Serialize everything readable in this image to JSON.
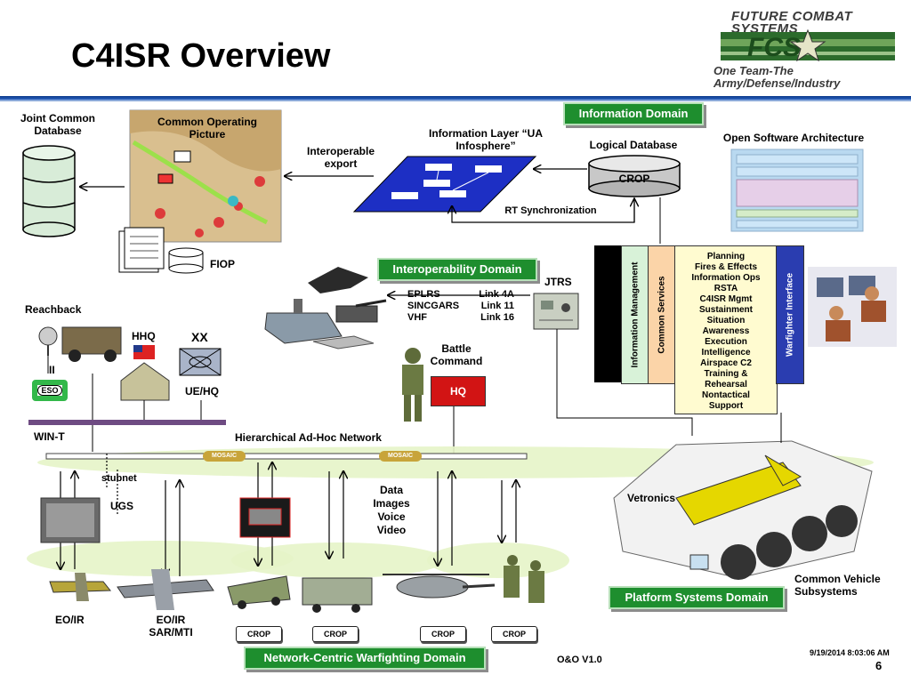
{
  "header": {
    "title": "C4ISR Overview",
    "fcs_title": "FUTURE COMBAT SYSTEMS",
    "fcs_logo_text": "FCS",
    "fcs_tagline": "One Team-The Army/Defense/Industry"
  },
  "domains": {
    "information": "Information Domain",
    "interoperability": "Interoperability Domain",
    "platform_systems": "Platform Systems Domain",
    "network_centric": "Network-Centric Warfighting  Domain"
  },
  "labels": {
    "joint_common_database": "Joint Common Database",
    "cop": "Common Operating Picture",
    "interoperable_export": "Interoperable export",
    "information_layer": "Information Layer “UA Infosphere”",
    "logical_database": "Logical Database",
    "crop": "CROP",
    "rt_sync": "RT Synchronization",
    "open_software_architecture": "Open Software Architecture",
    "fiop": "FIOP",
    "jtrs": "JTRS",
    "reachback": "Reachback",
    "hhq": "HHQ",
    "xx": "XX",
    "ii": "II",
    "eso": "ESO",
    "ue_hq": "UE/HQ",
    "battle_command": "Battle Command",
    "hq": "HQ",
    "win_t": "WIN-T",
    "hierarchical_network": "Hierarchical Ad-Hoc Network",
    "mosaic": "MOSAIC",
    "stubnet": "stubnet",
    "ugs": "UGS",
    "data_images_voice_video": [
      "Data",
      "Images",
      "Voice",
      "Video"
    ],
    "vetronics": "Vetronics",
    "common_vehicle_subsystems": "Common Vehicle Subsystems",
    "eo_ir": "EO/IR",
    "eo_ir_sar": "EO/IR SAR/MTI",
    "information_management": "Information Management",
    "common_services": "Common Services",
    "warfighter_interface": "Warfighter Interface"
  },
  "links": [
    {
      "name": "EPLRS",
      "link": "Link 4A"
    },
    {
      "name": "SINCGARS",
      "link": "Link 11"
    },
    {
      "name": "VHF",
      "link": "Link 16"
    }
  ],
  "services": [
    "Planning",
    "Fires & Effects",
    "Information Ops",
    "RSTA",
    "C4ISR Mgmt",
    "Sustainment",
    "Situation",
    "Awareness",
    "Execution",
    "Intelligence",
    "Airspace C2",
    "Training &",
    "Rehearsal",
    "Nontactical",
    "Support"
  ],
  "footer": {
    "version": "O&O V1.0",
    "timestamp": "9/19/2014 8:03:06 AM",
    "page": "6"
  },
  "colors": {
    "domain_green": "#1e8e2e",
    "rule_blue": "#0a3a8a",
    "layer_blue": "#1d2fc4",
    "hq_red": "#d21414",
    "list_yellow": "#fffbd0",
    "im_green": "#d8f2d8",
    "cs_orange": "#fbd4a8",
    "wi_blue": "#2a3db0"
  }
}
